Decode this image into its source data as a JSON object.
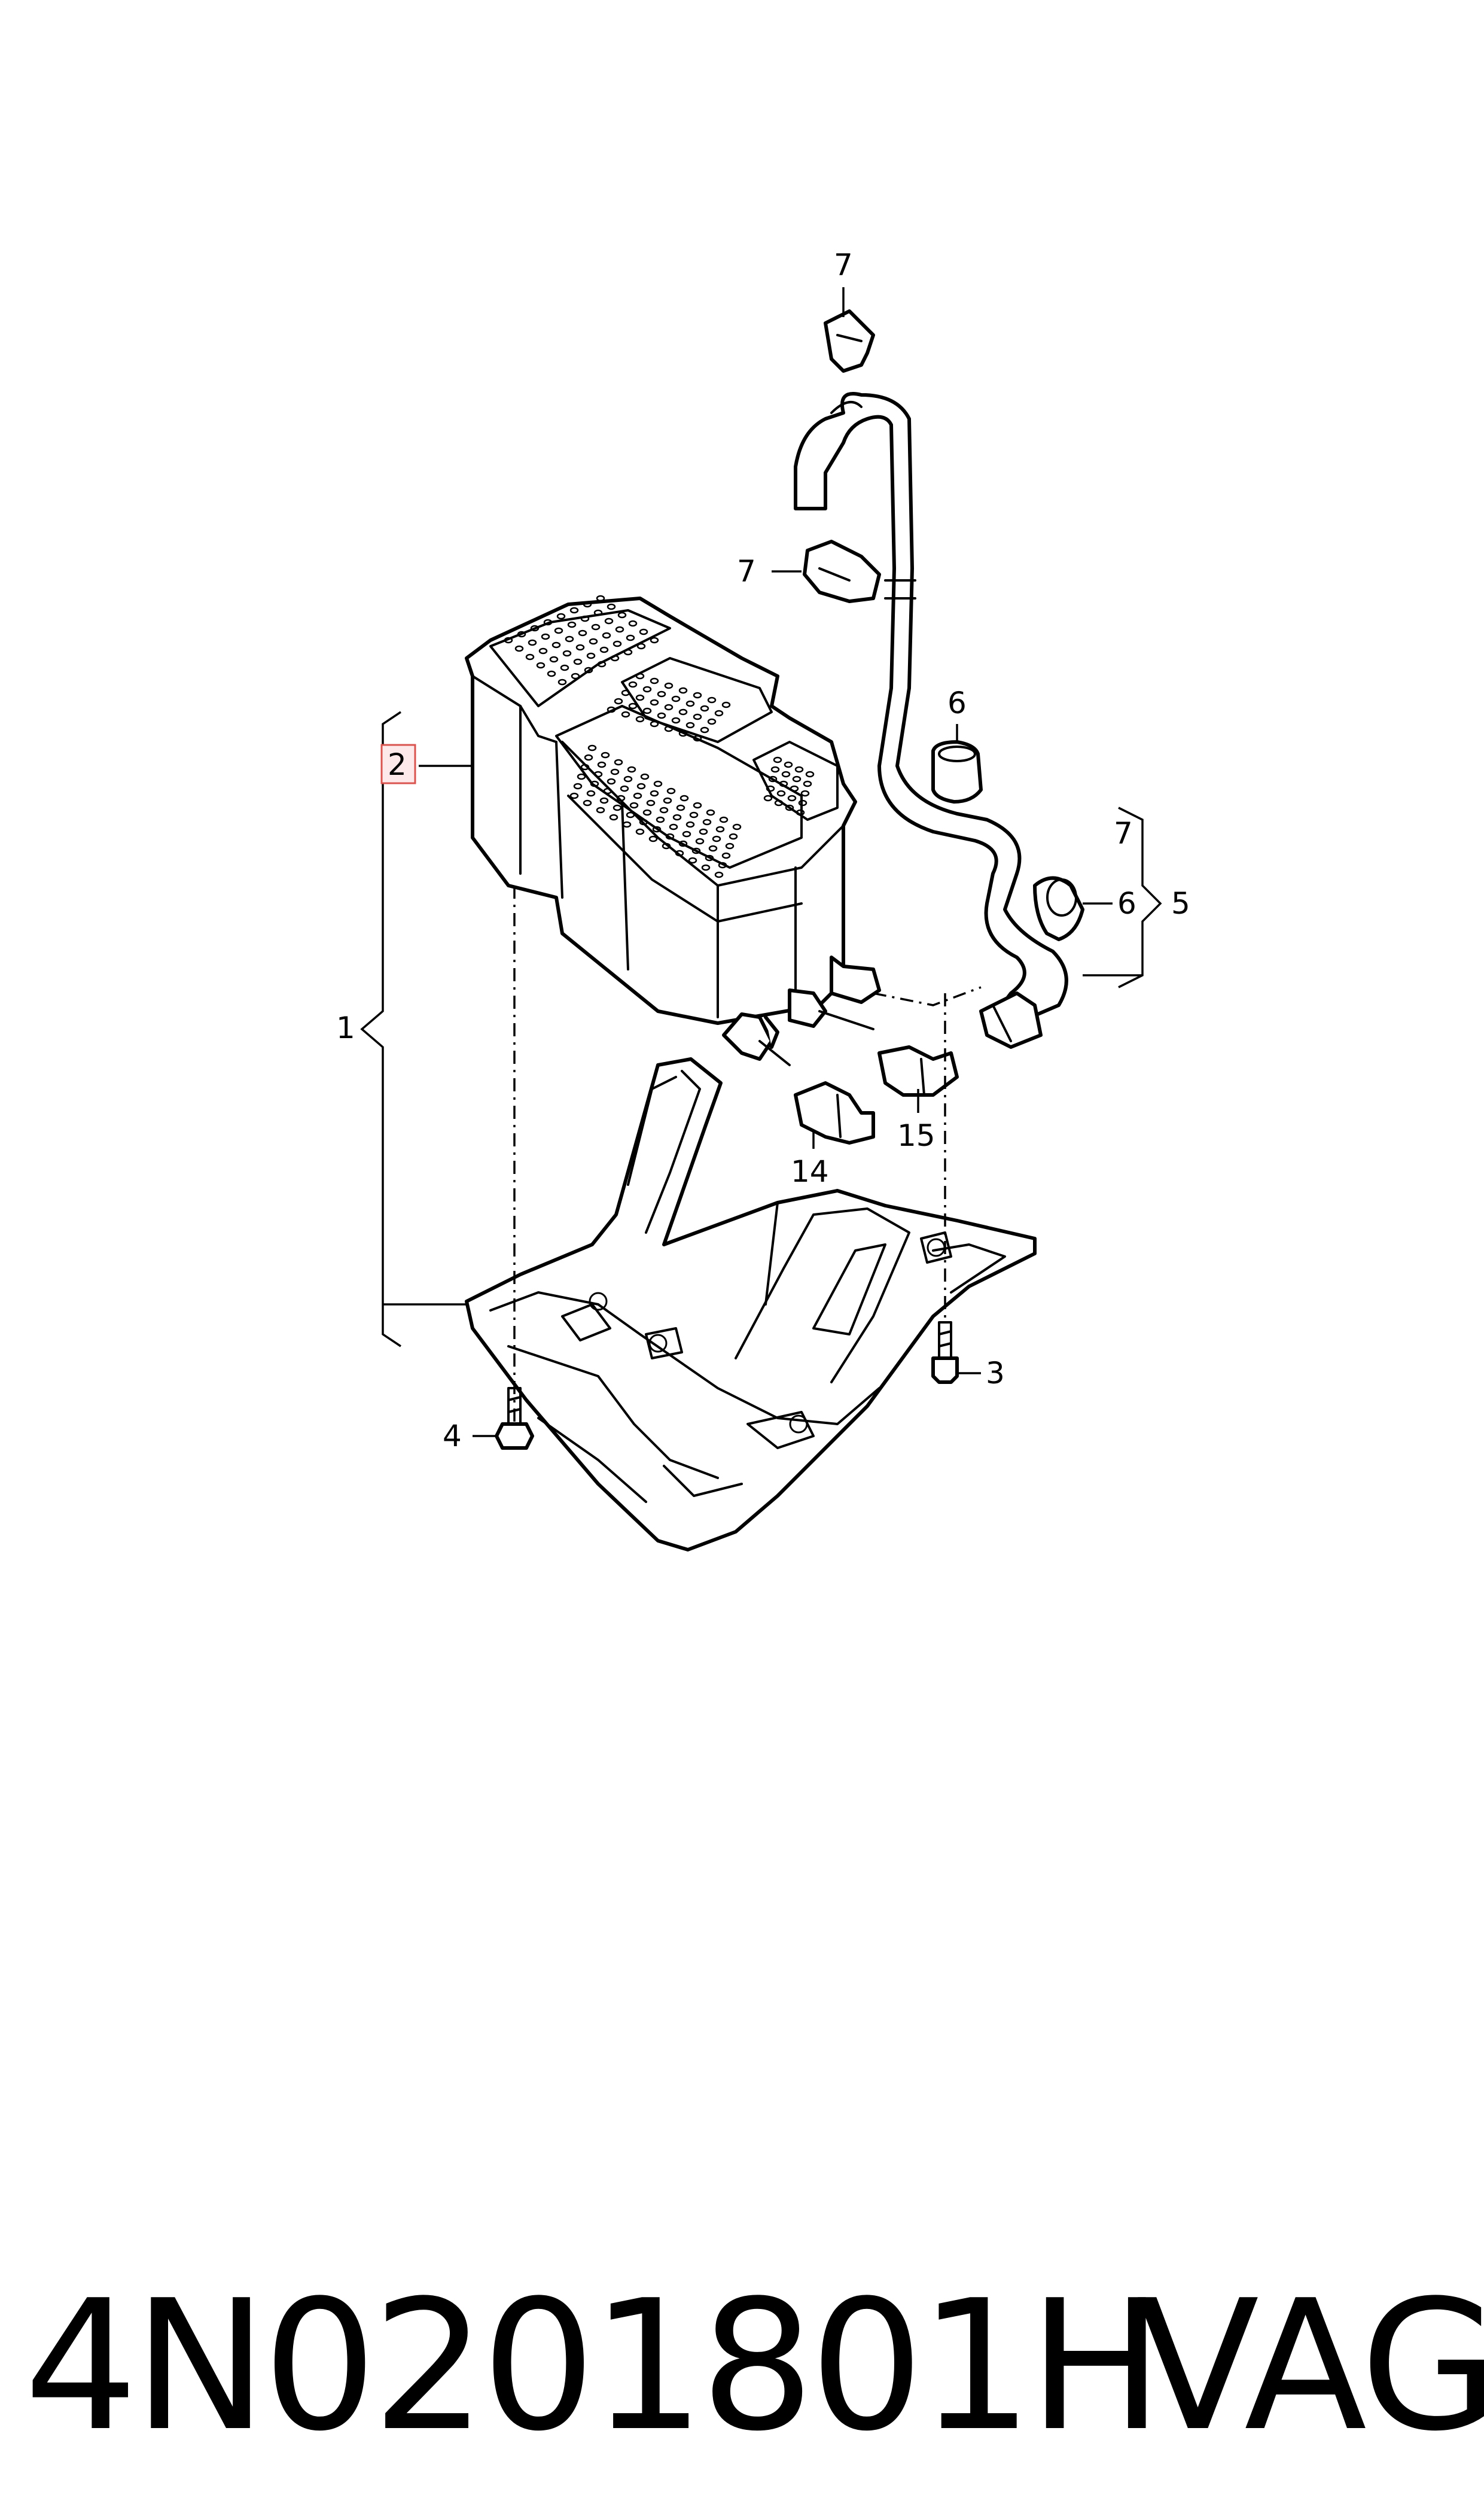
{
  "callouts": {
    "c1": "1",
    "c2": "2",
    "c3": "3",
    "c4": "4",
    "c5": "5",
    "c6a": "6",
    "c6b": "6",
    "c7a": "7",
    "c7b": "7",
    "c7c": "7",
    "c14": "14",
    "c15": "15"
  },
  "footer": {
    "part_number": "4N0201801H",
    "brand": "VAG"
  },
  "colors": {
    "line": "#000000",
    "highlight_fill": "#fde8ea",
    "highlight_stroke": "#d9534f"
  }
}
